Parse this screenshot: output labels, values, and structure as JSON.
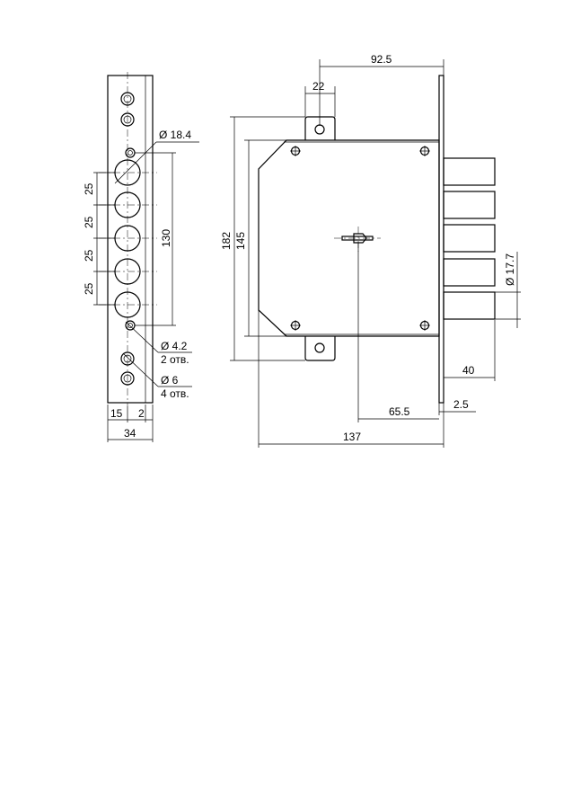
{
  "dimensions": {
    "d_92_5": "92.5",
    "d_22": "22",
    "d_182": "182",
    "d_145": "145",
    "d_17_7": "Ø 17.7",
    "d_40": "40",
    "d_2_5": "2.5",
    "d_65_5": "65.5",
    "d_137": "137",
    "d_18_4": "Ø 18.4",
    "d_25_a": "25",
    "d_25_b": "25",
    "d_25_c": "25",
    "d_25_d": "25",
    "d_130": "130",
    "d_4_2": "Ø 4.2",
    "holes_2": "2 отв.",
    "d_6": "Ø 6",
    "holes_4": "4 отв.",
    "d_15": "15",
    "d_2": "2",
    "d_34": "34"
  }
}
